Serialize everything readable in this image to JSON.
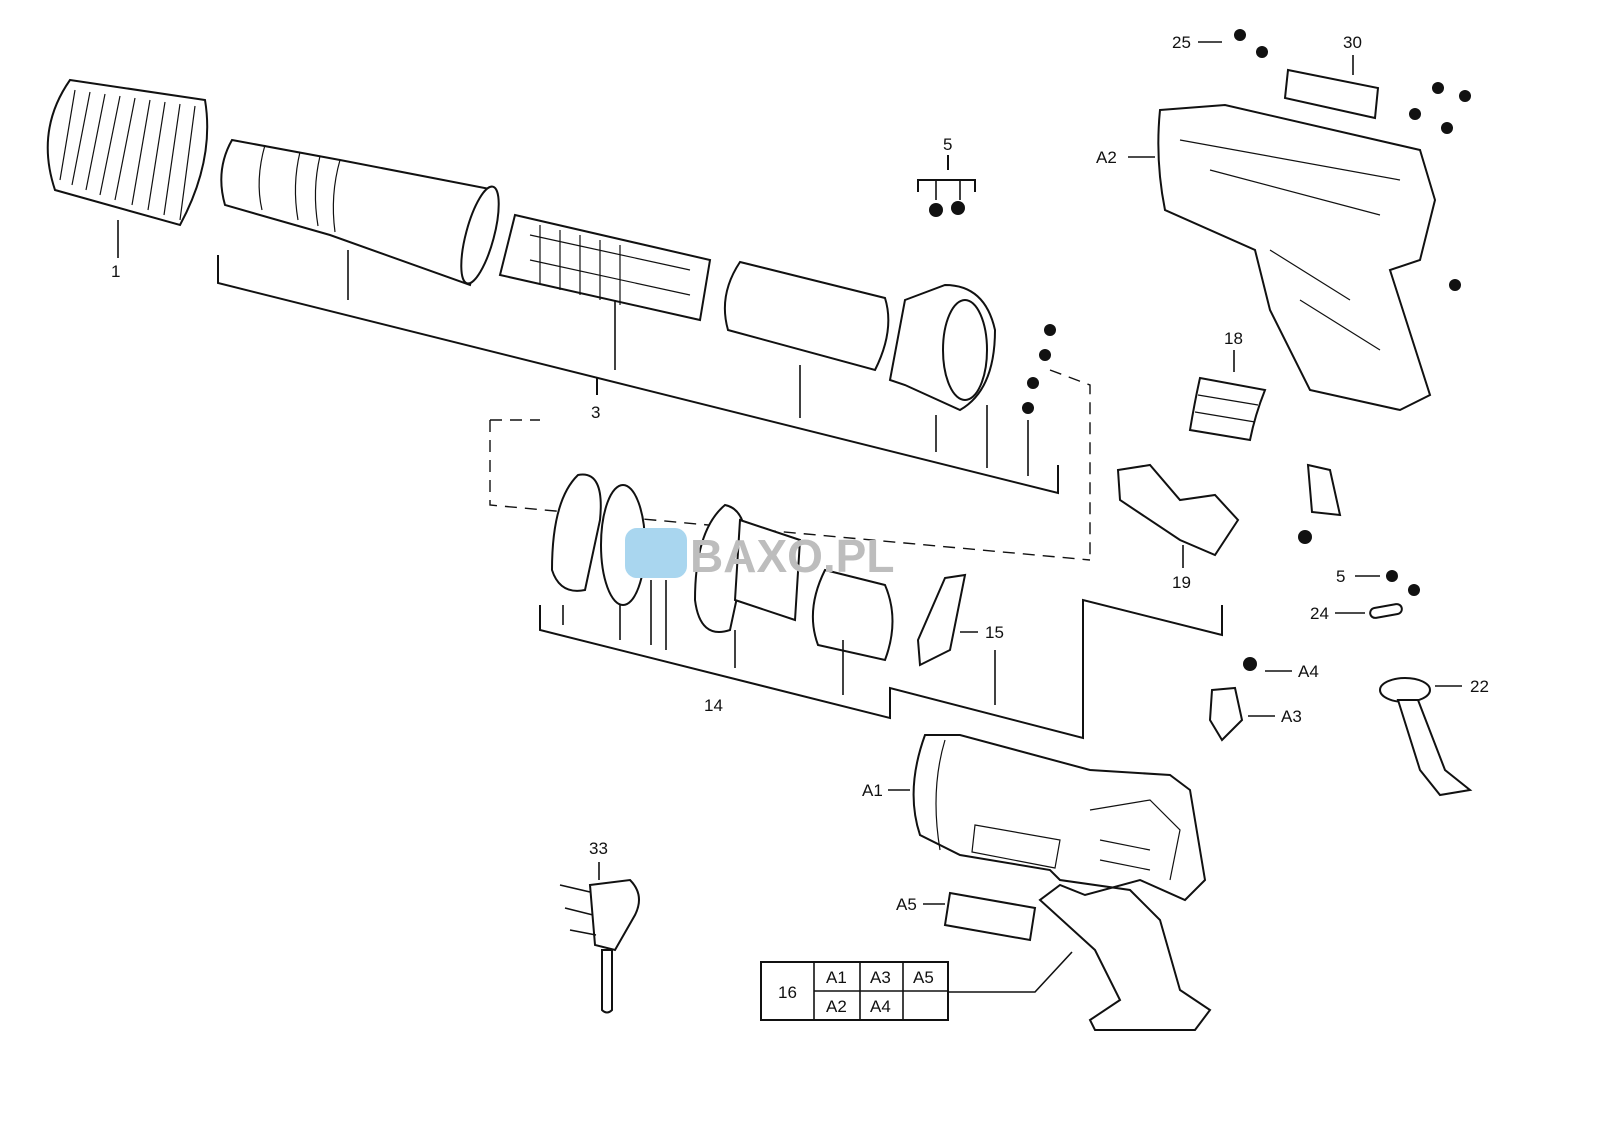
{
  "diagram": {
    "watermark": "BAXO.PL",
    "callouts": {
      "c1": "1",
      "c3": "3",
      "c5a": "5",
      "c25": "25",
      "c30": "30",
      "cA2": "A2",
      "c18": "18",
      "c19": "19",
      "c5b": "5",
      "c24": "24",
      "cA4": "A4",
      "cA3": "A3",
      "c22": "22",
      "c15": "15",
      "c14": "14",
      "cA1": "A1",
      "cA5": "A5",
      "c33": "33"
    },
    "kit_table": {
      "number": "16",
      "cells": [
        "A1",
        "A3",
        "A5",
        "A2",
        "A4",
        ""
      ]
    }
  }
}
